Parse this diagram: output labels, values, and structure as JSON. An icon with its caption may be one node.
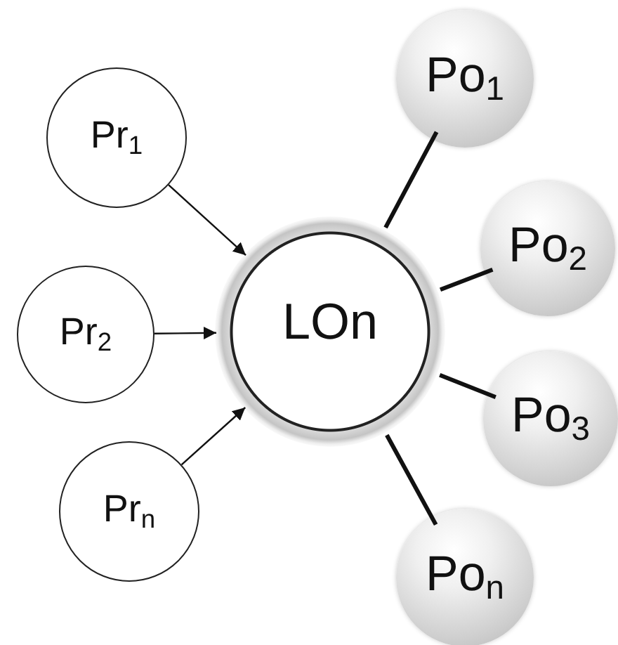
{
  "diagram": {
    "nodes": [
      {
        "text": [
          "Pr$_{1}$"
        ]
      },
      {
        "text": [
          "Pr$_{2}$"
        ]
      },
      {
        "text": [
          "Pr$_{n}$"
        ]
      },
      {
        "text": [
          "LOn"
        ]
      },
      {
        "text": [
          "Po$_{1}$"
        ]
      },
      {
        "text": [
          "Po$_{2}$"
        ]
      },
      {
        "text": [
          "Po$_{3}$"
        ]
      },
      {
        "text": [
          "Po$_{n}$"
        ]
      }
    ],
    "edges": [
      {
        "from": 0,
        "to": 3,
        "arrow": "to"
      },
      {
        "from": 1,
        "to": 3,
        "arrow": "to"
      },
      {
        "from": 2,
        "to": 3,
        "arrow": "to"
      },
      {
        "from": 3,
        "to": 4,
        "arrow": "none"
      },
      {
        "from": 3,
        "to": 5,
        "arrow": "none"
      },
      {
        "from": 3,
        "to": 6,
        "arrow": "none"
      },
      {
        "from": 3,
        "to": 7,
        "arrow": "none"
      }
    ]
  }
}
